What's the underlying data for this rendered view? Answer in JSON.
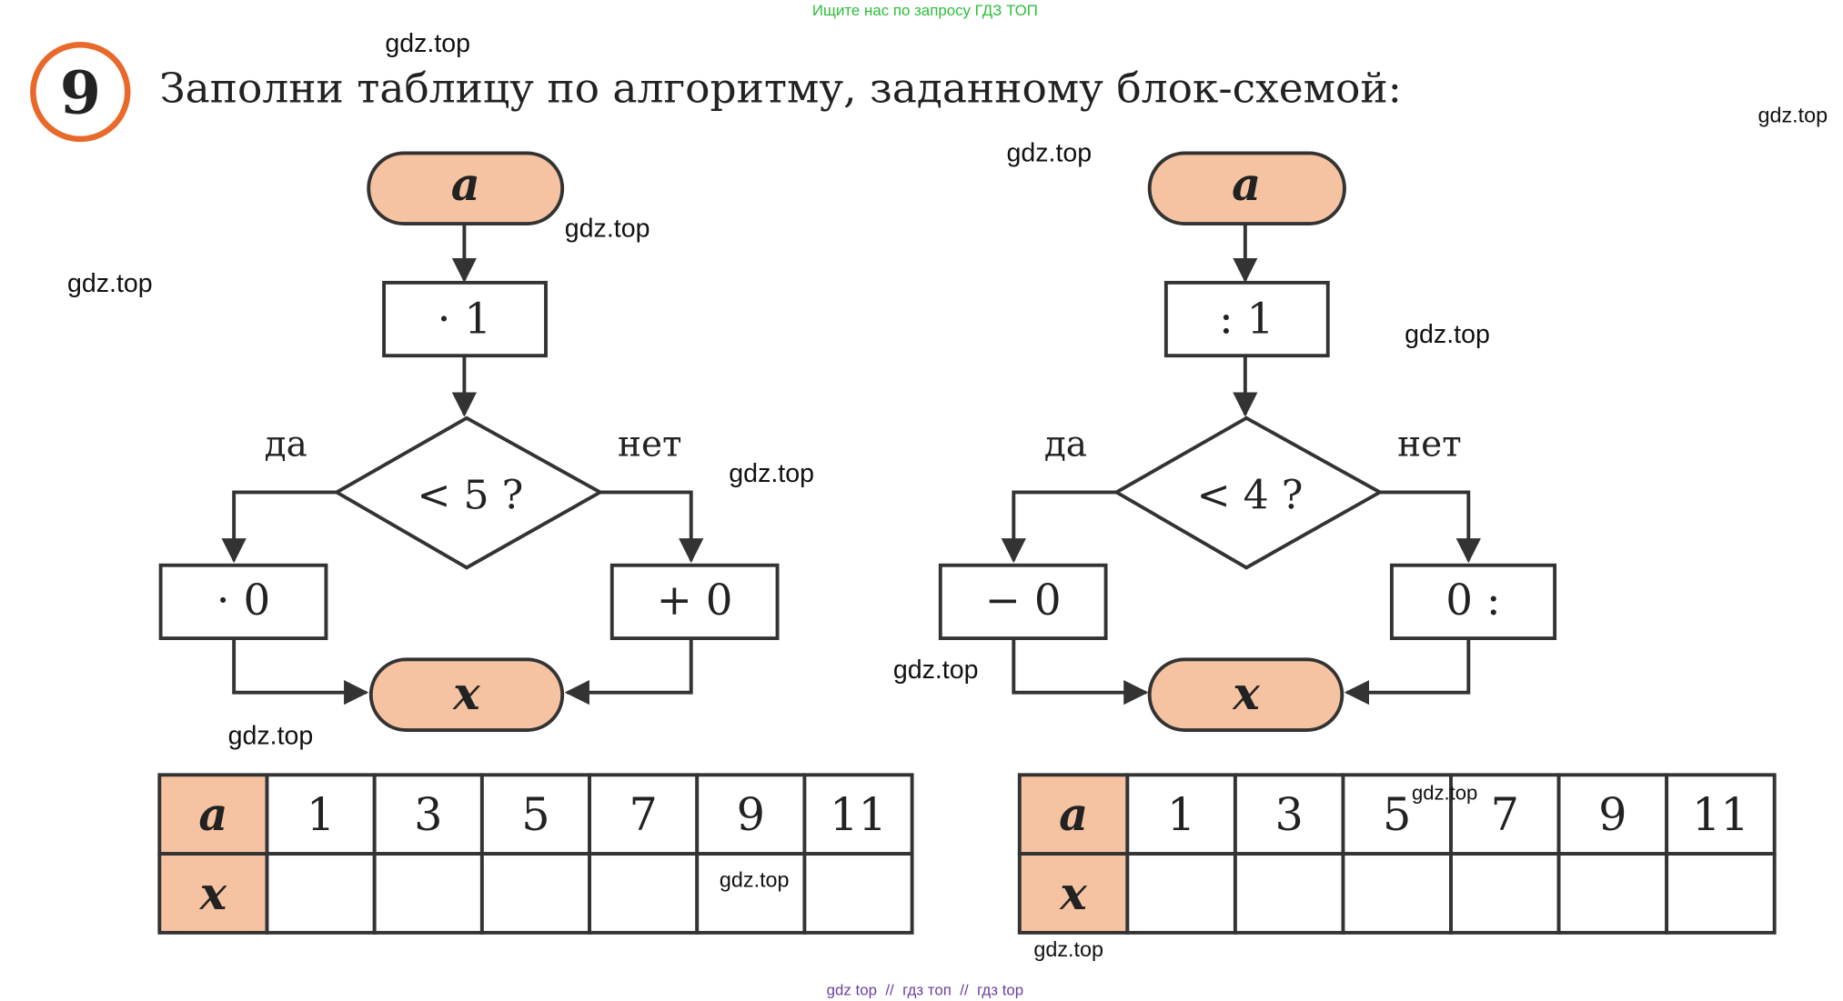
{
  "header_banner": "Ищите нас по запросу ГДЗ ТОП",
  "exercise": {
    "number": "9",
    "title": "Заполни таблицу по алгоритму, заданному блок-схемой:"
  },
  "flowcharts": [
    {
      "start": "a",
      "op": "· 1",
      "condition": "< 5 ?",
      "yes_label": "да",
      "no_label": "нет",
      "yes_op": "· 0",
      "no_op": "+ 0",
      "end": "x"
    },
    {
      "start": "a",
      "op": ": 1",
      "condition": "< 4 ?",
      "yes_label": "да",
      "no_label": "нет",
      "yes_op": "− 0",
      "no_op": "0 :",
      "end": "x"
    }
  ],
  "tables": [
    {
      "row_a_label": "a",
      "row_x_label": "x",
      "a_values": [
        "1",
        "3",
        "5",
        "7",
        "9",
        "11"
      ],
      "x_values": [
        "",
        "",
        "",
        "",
        "",
        ""
      ]
    },
    {
      "row_a_label": "a",
      "row_x_label": "x",
      "a_values": [
        "1",
        "3",
        "5",
        "7",
        "9",
        "11"
      ],
      "x_values": [
        "",
        "",
        "",
        "",
        "",
        ""
      ]
    }
  ],
  "watermarks": [
    "gdz.top"
  ],
  "footer": "gdz top  //  гдз топ  //  гдз top",
  "colors": {
    "accent_orange": "#e8692a",
    "terminal_fill": "#f5c3a1",
    "banner_green": "#2dbd3a",
    "footer_purple": "#6a3fa0"
  }
}
